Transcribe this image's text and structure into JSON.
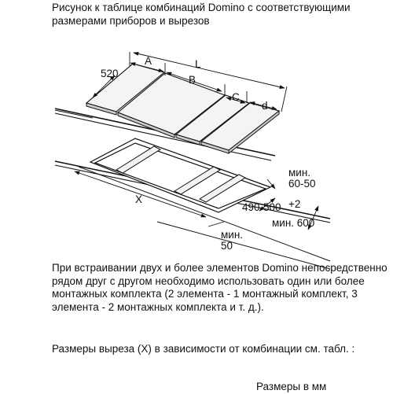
{
  "caption": "Рисунок к таблице комбинаций Domino с соответствующими размерами приборов и вырезов",
  "diagram": {
    "labels": {
      "depth": "520",
      "a": "A",
      "l": "L",
      "b": "B",
      "c": "C",
      "d": "d",
      "x": "X",
      "min_line1": "мин.",
      "min_line2": "60-50",
      "cutout_depth_value": "490-500",
      "cutout_depth_tol": "+2",
      "min_600": "мин. 600",
      "min50_line1": "мин.",
      "min50_line2": "50"
    }
  },
  "paragraph1": "При встраивании двух и более элементов Domino непосредственно рядом друг с другом необходимо использовать один или более монтажных комплекта (2 элемента - 1 монтажный комплект, 3 элемента - 2 монтажных комплекта и т. д.).",
  "paragraph2": "Размеры выреза (X) в зависимости от комбинации см. табл. :",
  "units_note": "Размеры в мм"
}
